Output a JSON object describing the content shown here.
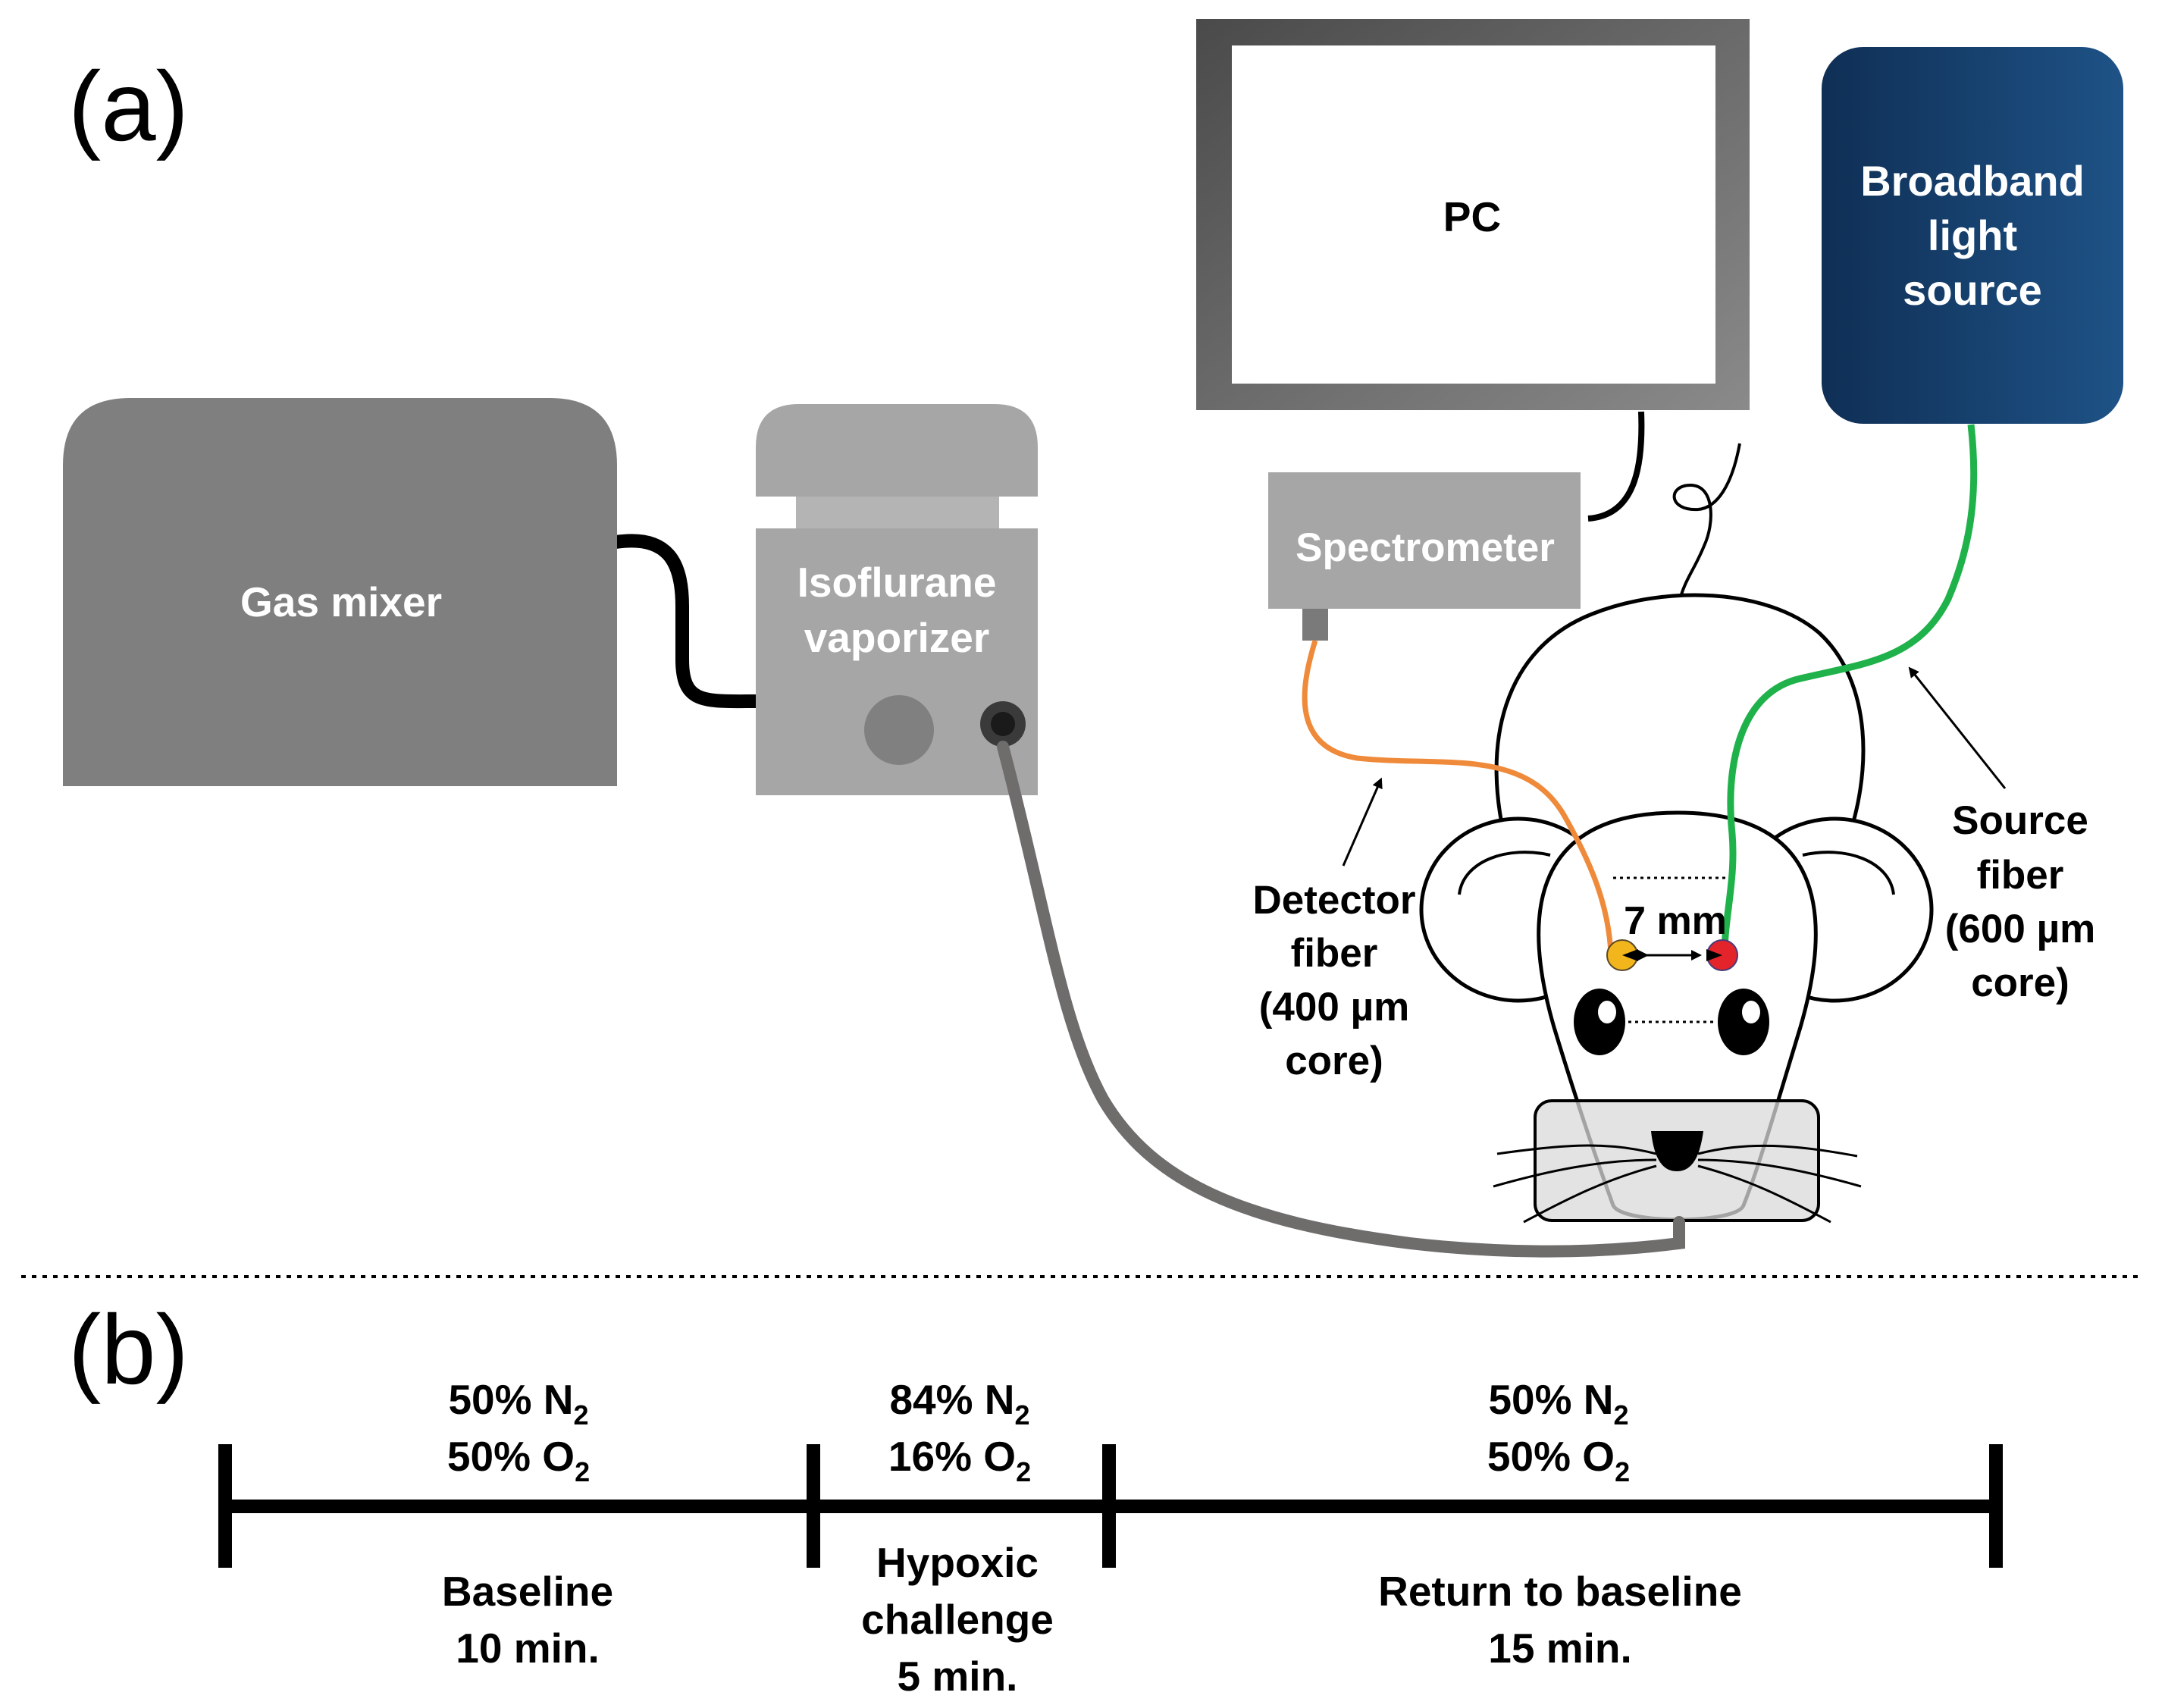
{
  "panel_a": {
    "label": "(a)",
    "devices": {
      "pc": "PC",
      "broadband": [
        "Broadband",
        "light",
        "source"
      ],
      "gas_mixer": "Gas mixer",
      "vaporizer": [
        "Isoflurane",
        "vaporizer"
      ],
      "spectrometer": "Spectrometer"
    },
    "fibers": {
      "detector": [
        "Detector",
        "fiber",
        "(400 µm",
        "core)"
      ],
      "source": [
        "Source",
        "fiber",
        "(600 µm",
        "core)"
      ],
      "distance": "7 mm"
    },
    "colors": {
      "detector_fiber": "#ef8a3a",
      "source_fiber": "#1fb14a",
      "detector_tip": "#f2b51c",
      "source_tip": "#e3242b",
      "light_source": "#1b4a78",
      "gas_mixer": "#7f7f7f",
      "vaporizer": "#a6a6a6",
      "tube": "#6f6c6c"
    }
  },
  "panel_b": {
    "label": "(b)",
    "phases": [
      {
        "n2": "50% N",
        "o2": "50% O",
        "sub": "2",
        "name": [
          "Baseline",
          "10 min."
        ]
      },
      {
        "n2": "84% N",
        "o2": "16% O",
        "sub": "2",
        "name": [
          "Hypoxic",
          "challenge",
          "5 min."
        ]
      },
      {
        "n2": "50% N",
        "o2": "50% O",
        "sub": "2",
        "name": [
          "Return to baseline",
          "15 min."
        ]
      }
    ]
  }
}
